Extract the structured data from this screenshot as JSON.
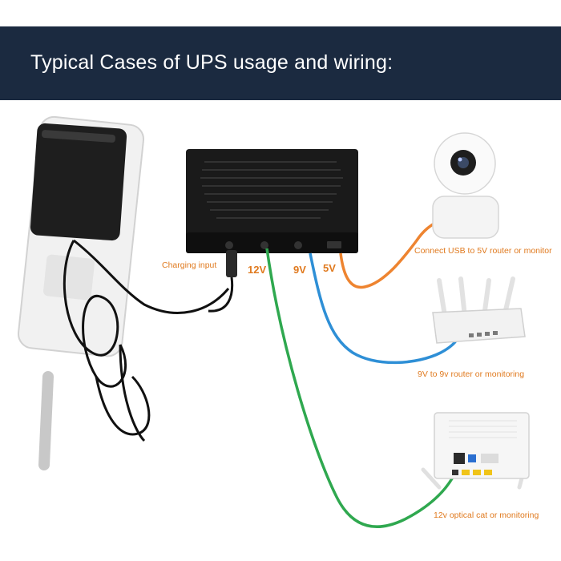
{
  "header": {
    "title": "Typical Cases of UPS usage and wiring:"
  },
  "ports": {
    "v12": "12V",
    "v9": "9V",
    "v5": "5V"
  },
  "labels": {
    "charging_input": "Charging input",
    "usb_5v": "Connect USB to 5V router or monitor",
    "router_9v": "9V to 9v router or monitoring",
    "optical_12v": "12v optical cat or monitoring"
  },
  "colors": {
    "banner": "#1b2a40",
    "wire_12v": "#2fa84f",
    "wire_9v": "#2e8fd6",
    "wire_5v": "#ee8430",
    "label_accent": "#e07a1f"
  },
  "icons": [
    "power-adapter-icon",
    "power-strip-icon",
    "ups-box-icon",
    "camera-icon",
    "router-icon",
    "optical-modem-icon"
  ]
}
